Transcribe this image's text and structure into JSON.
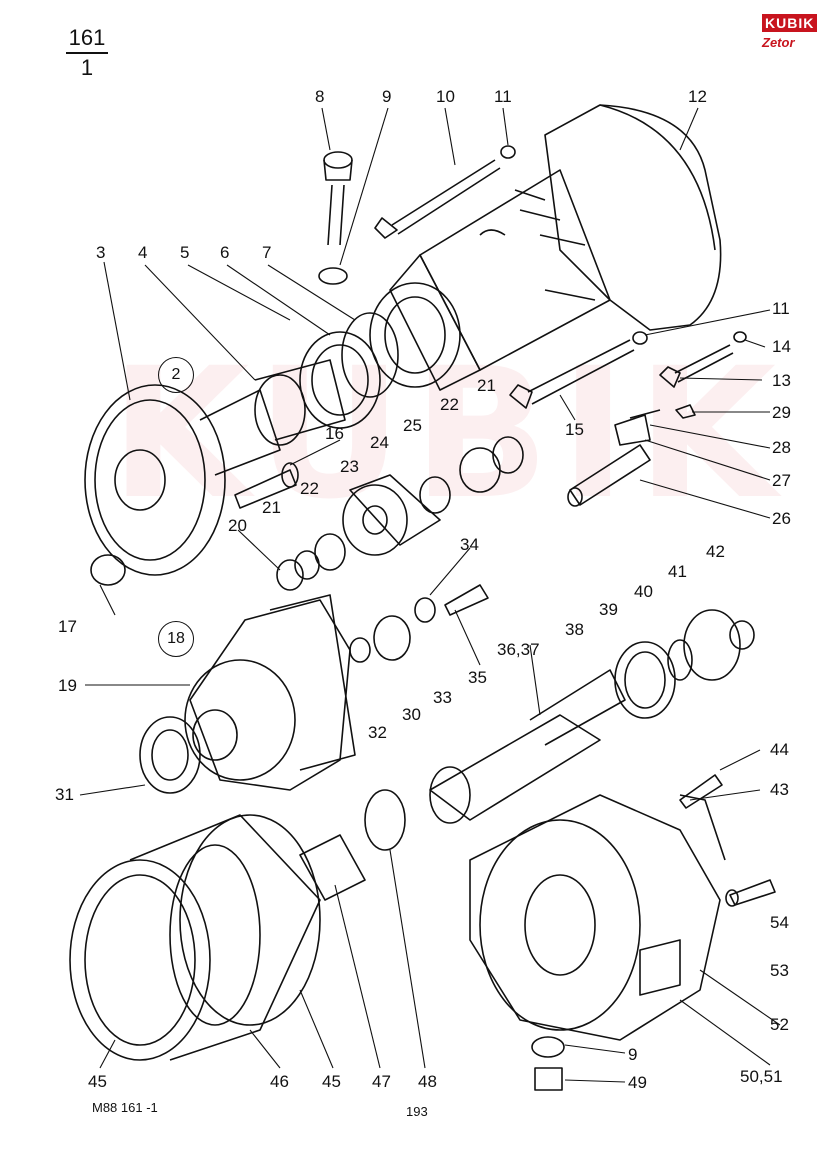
{
  "figure": {
    "top": "161",
    "bottom": "1"
  },
  "logo": {
    "brand": "KUBIK",
    "sub": "Zetor"
  },
  "footer": {
    "code": "M88   161 -1",
    "page": "193"
  },
  "groups": [
    "2",
    "18"
  ],
  "labels": [
    "3",
    "4",
    "5",
    "6",
    "7",
    "8",
    "9",
    "10",
    "11",
    "12",
    "11",
    "14",
    "13",
    "29",
    "28",
    "27",
    "26",
    "15",
    "16",
    "21",
    "22",
    "25",
    "24",
    "23",
    "22",
    "21",
    "20",
    "17",
    "34",
    "35",
    "33",
    "30",
    "32",
    "36,37",
    "38",
    "39",
    "40",
    "41",
    "42",
    "19",
    "31",
    "44",
    "43",
    "54",
    "53",
    "52",
    "50,51",
    "9",
    "49",
    "45",
    "46",
    "45",
    "47",
    "48"
  ]
}
